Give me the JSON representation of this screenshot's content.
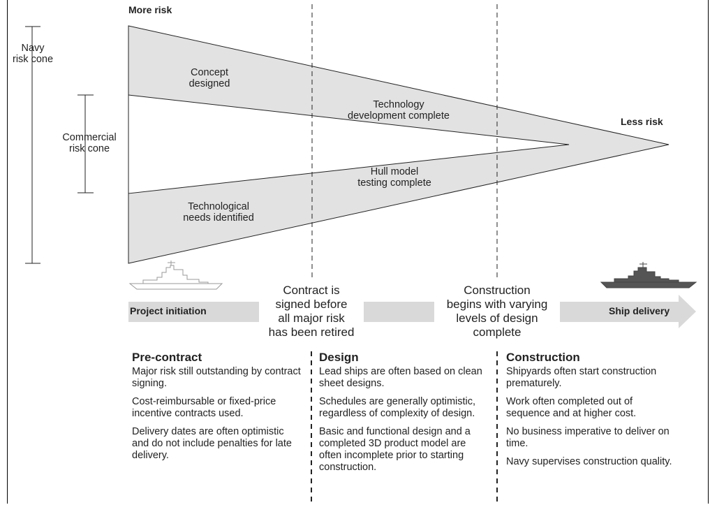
{
  "risk_top": "More risk",
  "risk_right": "Less risk",
  "navy_cone": [
    "Navy",
    "risk cone"
  ],
  "commercial_cone": [
    "Commercial",
    "risk cone"
  ],
  "milestones": {
    "concept": [
      "Concept",
      "designed"
    ],
    "technology": [
      "Technology",
      "development complete"
    ],
    "hull": [
      "Hull model",
      "testing complete"
    ],
    "needs": [
      "Technological",
      "needs identified"
    ]
  },
  "contract_text": [
    "Contract is",
    "signed before",
    "all major risk",
    "has been retired"
  ],
  "construction_text": [
    "Construction",
    "begins with varying",
    "levels of design",
    "complete"
  ],
  "arrow": {
    "start": "Project initiation",
    "end": "Ship delivery"
  },
  "columns": [
    {
      "title": "Pre-contract",
      "items": [
        "Major risk still outstanding by contract signing.",
        "Cost-reimbursable or fixed-price incentive contracts used.",
        "Delivery dates are often optimistic and do not include penalties for late delivery."
      ]
    },
    {
      "title": "Design",
      "items": [
        "Lead ships are often based on clean sheet designs.",
        "Schedules are generally optimistic, regardless of complexity of design.",
        "Basic and functional design and a completed 3D product model are often incomplete prior to starting construction."
      ]
    },
    {
      "title": "Construction",
      "items": [
        "Shipyards often start construction prematurely.",
        "Work often completed out of sequence and at higher cost.",
        "No business imperative to deliver on time.",
        "Navy supervises construction quality."
      ]
    }
  ],
  "colors": {
    "cone_fill": "#e2e2e2",
    "arrow_fill": "#d9d9d9",
    "outline": "#222222"
  }
}
